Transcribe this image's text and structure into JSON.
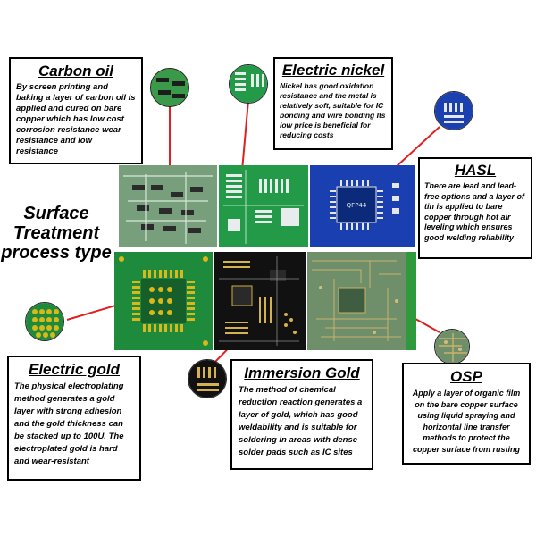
{
  "center_title": [
    "Surface",
    "Treatment",
    "process type"
  ],
  "treatments": {
    "carbon_oil": {
      "title": "Carbon oil",
      "description": "By screen printing and baking a layer of carbon oil is applied and cured on bare copper which has low cost corrosion resistance wear resistance and low resistance"
    },
    "electric_nickel": {
      "title": "Electric nickel",
      "description": "Nickel has good oxidation resistance and the metal is relatively soft, suitable for IC bonding and wire bonding Its low price is beneficial for reducing costs"
    },
    "hasl": {
      "title": "HASL",
      "description": "There are lead and lead-free options and a layer of tin is applied to bare copper through hot air leveling which ensures good welding reliability"
    },
    "electric_gold": {
      "title": "Electric gold",
      "description": "The physical electroplating method generates a gold layer with strong adhesion and the gold thickness can be stacked up to 100U. The electroplated gold is hard and wear-resistant"
    },
    "immersion_gold": {
      "title": "Immersion Gold",
      "description": "The method of chemical reduction reaction generates a layer of gold, which has good weldability and is suitable for soldering in areas with dense solder pads such as IC sites"
    },
    "osp": {
      "title": "OSP",
      "description": "Apply a layer of organic film on the bare copper surface using liquid spraying and horizontal line transfer methods to protect the copper surface from rusting"
    }
  },
  "board_labels": {
    "hasl_chip": "QFP44"
  },
  "colors": {
    "connector": "#e02020",
    "green_board": "#1e8a3c",
    "blue_board": "#1a3fb0",
    "gold": "#d8b81a",
    "black_board": "#111111"
  }
}
